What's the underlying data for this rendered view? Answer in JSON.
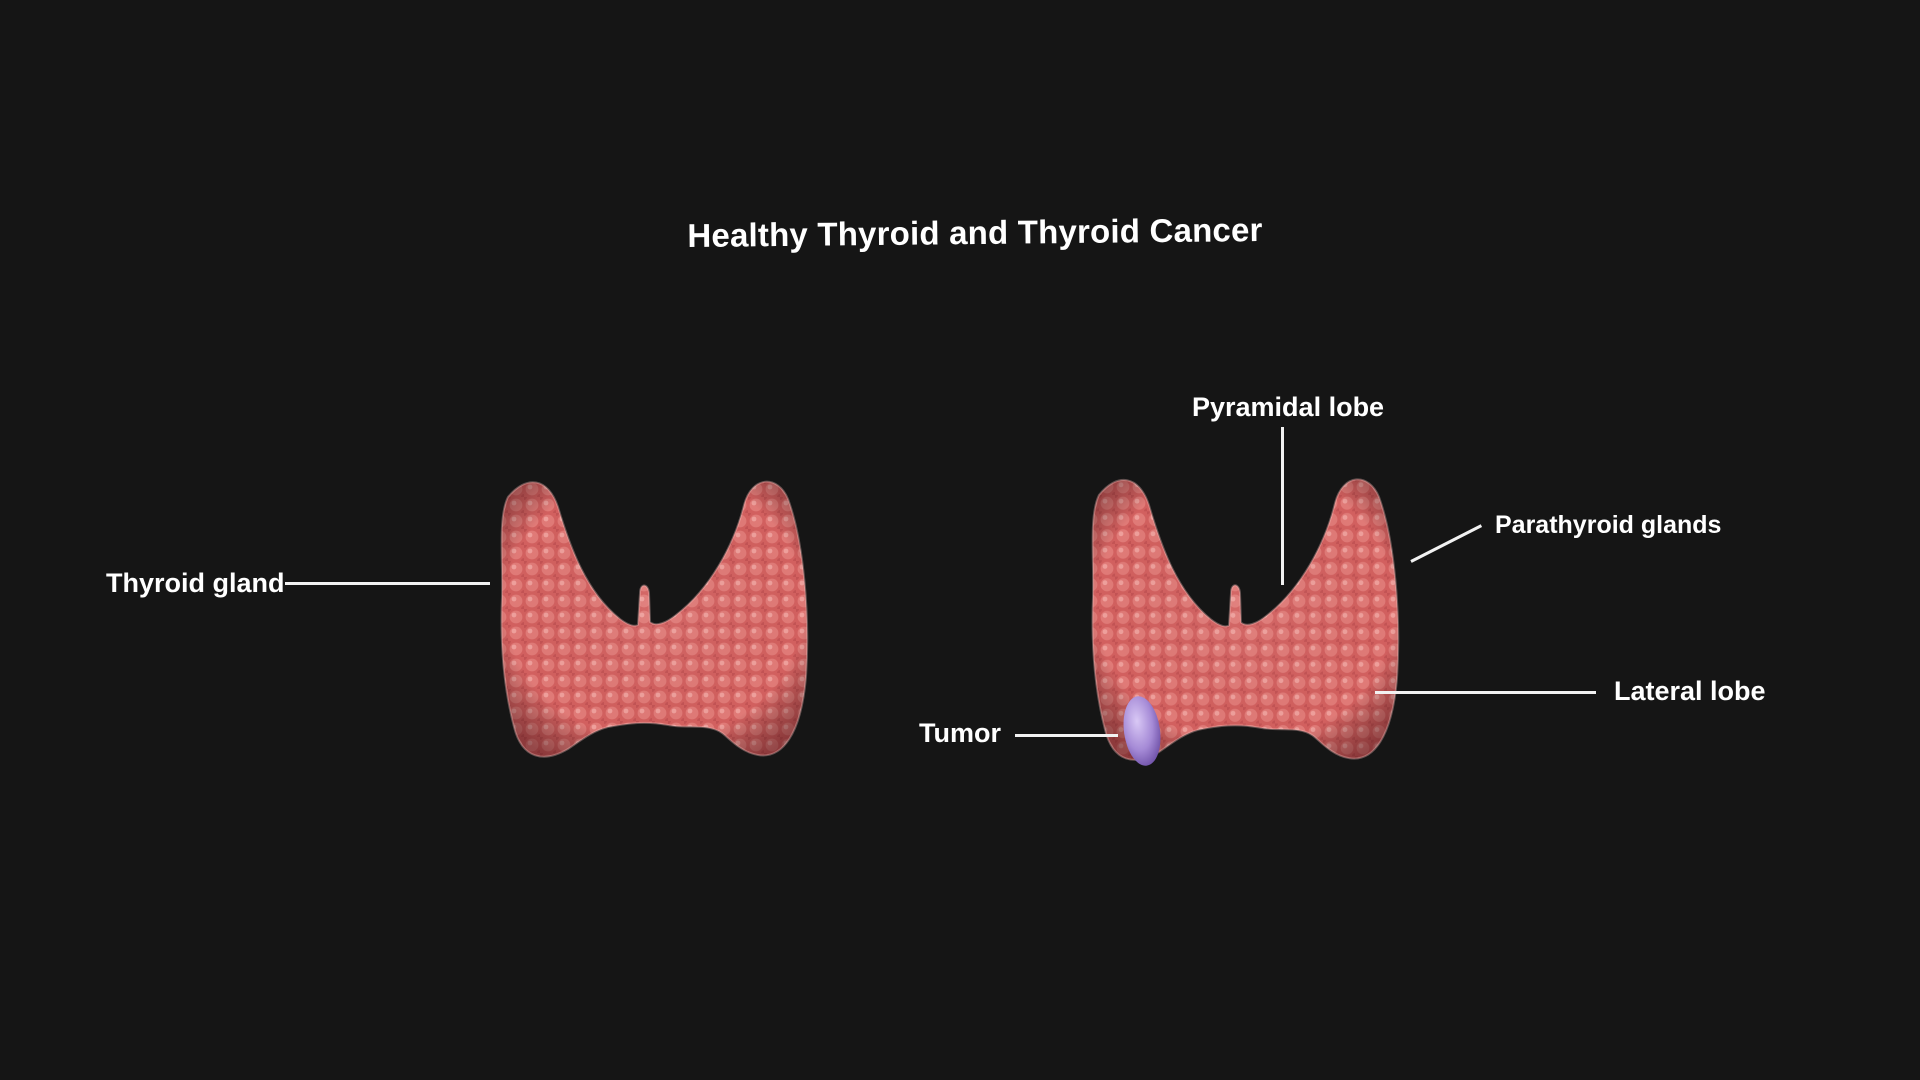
{
  "title": "Healthy Thyroid and Thyroid Cancer",
  "labels": {
    "thyroid_gland": "Thyroid gland",
    "pyramidal_lobe": "Pyramidal lobe",
    "parathyroid_glands": "Parathyroid glands",
    "lateral_lobe": "Lateral lobe",
    "tumor": "Tumor"
  },
  "colors": {
    "background": "#151515",
    "tissue": "#d2605f",
    "tissue_highlight": "#f0a3a0",
    "tumor": "#a58ad6",
    "text": "#ffffff"
  }
}
